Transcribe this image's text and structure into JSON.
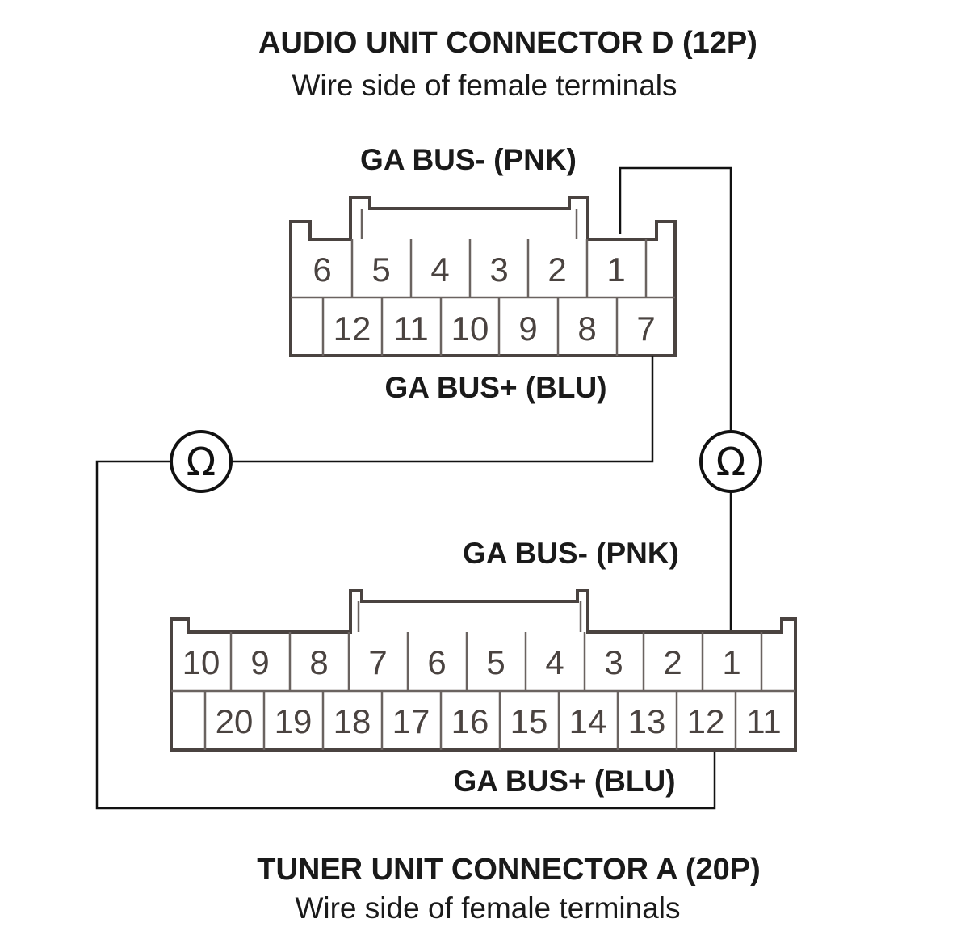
{
  "audio_connector": {
    "title": "AUDIO UNIT CONNECTOR D (12P)",
    "subtitle": "Wire side of female terminals",
    "top_row": [
      "6",
      "5",
      "4",
      "3",
      "2",
      "1"
    ],
    "bottom_row": [
      "12",
      "11",
      "10",
      "9",
      "8",
      "7"
    ],
    "label_minus": "GA BUS- (PNK)",
    "label_plus": "GA BUS+ (BLU)"
  },
  "tuner_connector": {
    "title": "TUNER UNIT CONNECTOR A (20P)",
    "subtitle": "Wire side of female terminals",
    "top_row": [
      "10",
      "9",
      "8",
      "7",
      "6",
      "5",
      "4",
      "3",
      "2",
      "1"
    ],
    "bottom_row": [
      "20",
      "19",
      "18",
      "17",
      "16",
      "15",
      "14",
      "13",
      "12",
      "11"
    ],
    "label_minus": "GA BUS- (PNK)",
    "label_plus": "GA BUS+ (BLU)"
  },
  "meters": {
    "left_symbol": "Ω",
    "right_symbol": "Ω",
    "left_icon": "ohmmeter-icon",
    "right_icon": "ohmmeter-icon"
  }
}
